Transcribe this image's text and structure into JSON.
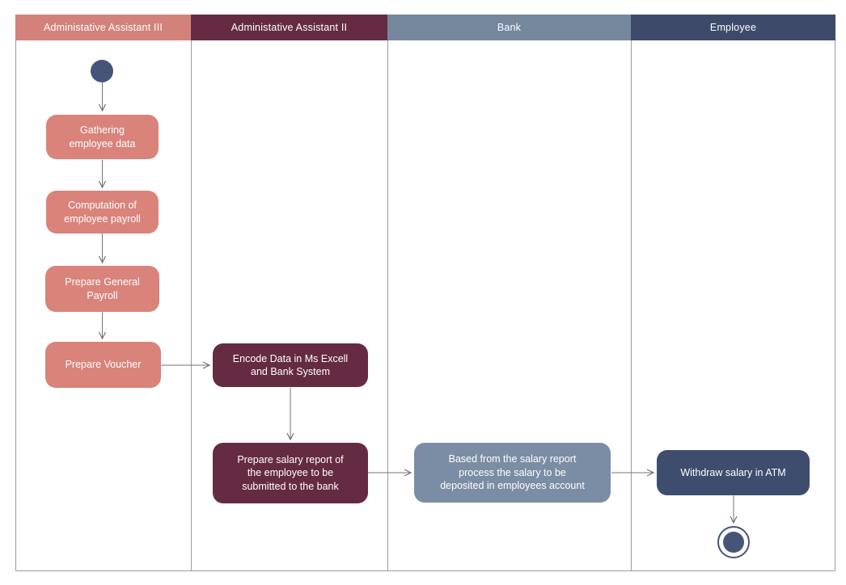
{
  "lanes": [
    {
      "label": "Administative Assistant III",
      "header_color": "#d3817b"
    },
    {
      "label": "Administative Assistant II",
      "header_color": "#642b42"
    },
    {
      "label": "Bank",
      "header_color": "#74879d"
    },
    {
      "label": "Employee",
      "header_color": "#3d4a6a"
    }
  ],
  "activities": [
    {
      "label": "Gathering\nemployee data",
      "fill": "#d9837b",
      "lane": "Administative Assistant III"
    },
    {
      "label": "Computation of\nemployee payroll",
      "fill": "#d9837b",
      "lane": "Administative Assistant III"
    },
    {
      "label": "Prepare General\nPayroll",
      "fill": "#d9837b",
      "lane": "Administative Assistant III"
    },
    {
      "label": "Prepare Voucher",
      "fill": "#d9837b",
      "lane": "Administative Assistant III"
    },
    {
      "label": "Encode Data in Ms Excell\nand Bank System",
      "fill": "#652b42",
      "lane": "Administative Assistant II"
    },
    {
      "label": "Prepare salary report of\nthe employee to be\nsubmitted to the bank",
      "fill": "#652b42",
      "lane": "Administative Assistant II"
    },
    {
      "label": "Based from the salary report\nprocess the salary to be\ndeposited in employees account",
      "fill": "#7b8da4",
      "lane": "Bank"
    },
    {
      "label": "Withdraw salary in ATM",
      "fill": "#3e4c6e",
      "lane": "Employee"
    }
  ],
  "control_nodes": {
    "initial_fill": "#47547a",
    "final_fill": "#47547a",
    "final_ring": "#47547a"
  },
  "style": {
    "connector_color": "#737373",
    "lane_border_color": "#9b9b9b",
    "background": "#ffffff",
    "text_color": "#ffffff"
  }
}
